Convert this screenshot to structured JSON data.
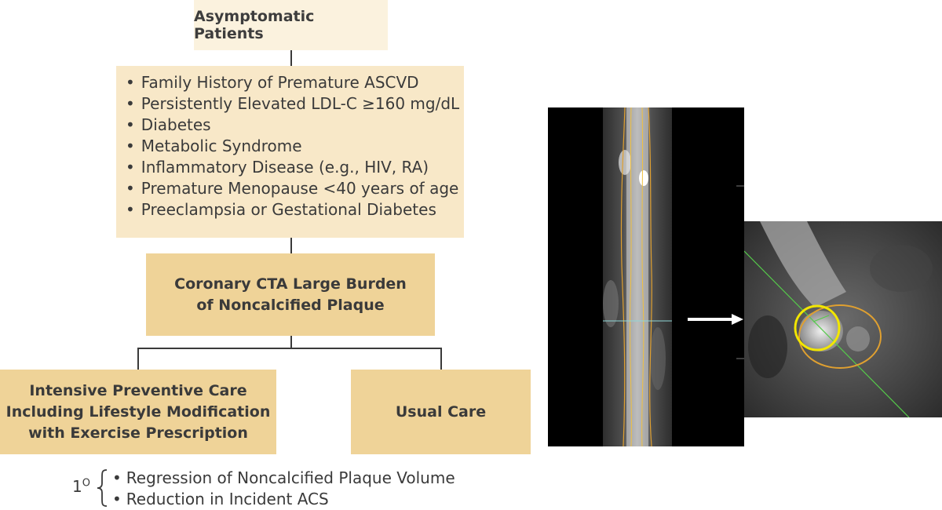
{
  "flow": {
    "top": "Asymptomatic Patients",
    "risk_factors": [
      "Family History of Premature ASCVD",
      "Persistently Elevated LDL-C ≥160 mg/dL",
      "Diabetes",
      "Metabolic Syndrome",
      "Inflammatory Disease (e.g., HIV, RA)",
      "Premature Menopause <40 years of age",
      "Preeclampsia or Gestational Diabetes"
    ],
    "cta": "Coronary CTA Large Burden\nof Noncalcified Plaque",
    "intensive": "Intensive Preventive Care\nIncluding Lifestyle Modification\nwith Exercise Prescription",
    "usual": "Usual Care"
  },
  "outcomes": {
    "ordinal": "1",
    "ordinal_sup": "O",
    "items": [
      "Regression of Noncalcified Plaque Volume",
      "Reduction in Incident ACS"
    ]
  },
  "colors": {
    "header_fill": "#fbf2de",
    "risk_fill": "#f8e8c8",
    "gold_fill": "#efd398",
    "vessel_outline": "#e0a030",
    "lumen_outline": "#f2e600",
    "centerline": "#55c94a"
  }
}
